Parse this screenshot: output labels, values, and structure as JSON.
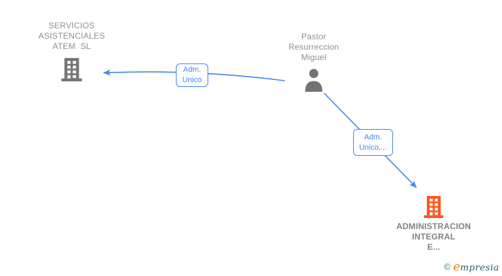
{
  "colors": {
    "arrow": "#4285f4",
    "edge_label_text": "#4285f4",
    "edge_label_border": "#4285f4",
    "node_text_gray": "#8f8f8f",
    "icon_gray": "#737373",
    "icon_orange": "#ff5722",
    "logo_copyright": "#2a7f9b",
    "logo_e": "#ef7c00",
    "logo_rest": "#215e75"
  },
  "nodes": {
    "company_top_left": {
      "lines": [
        "SERVICIOS",
        "ASISTENCIALES",
        "ATEM  SL"
      ],
      "icon": "building-icon"
    },
    "person_center": {
      "lines": [
        "Pastor",
        "Resurreccion",
        "Miguel"
      ],
      "icon": "person-icon"
    },
    "company_bottom_right": {
      "lines": [
        "ADMINISTRACION",
        "INTEGRAL",
        "E..."
      ],
      "icon": "building-icon"
    }
  },
  "edges": {
    "edge1": {
      "label_lines": [
        "Adm.",
        "Unico"
      ]
    },
    "edge2": {
      "label_lines": [
        "Adm.",
        "Unico,..."
      ]
    }
  },
  "footer": {
    "copyright": "©",
    "brand_first_letter": "e",
    "brand_rest": "mpresia"
  }
}
